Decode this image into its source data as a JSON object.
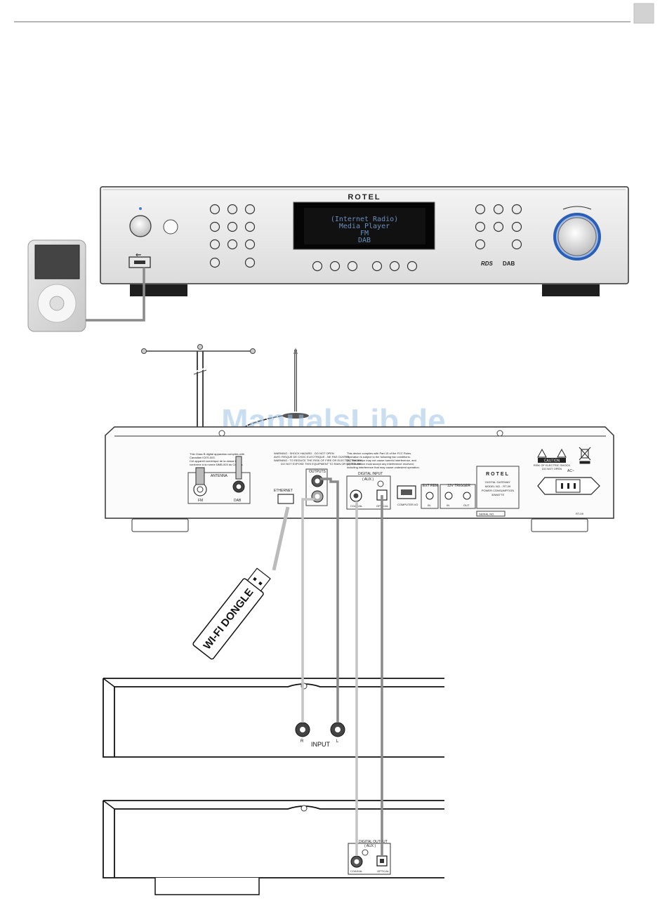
{
  "front_panel": {
    "brand": "ROTEL",
    "display_lines": [
      "(Internet Radio)",
      "Media Player",
      "FM",
      "DAB"
    ],
    "rds_badge": "RDS",
    "dab_badge": "DAB"
  },
  "rear_panel": {
    "brand": "ROTEL",
    "warning_lines": [
      "WARNING : SHOCK HAZARD - DO NOT OPEN",
      "AVIS: RISQUE DE CHOC ELECTRIQUE - NE PAS OUVRIR",
      "WARNING : TO REDUCE THE RISK OF FIRE OR ELECTRIC SHOCK,",
      "DO NOT EXPOSE THIS EQUIPMENT TO RAIN OR MOISTURE."
    ],
    "fcc_lines": [
      "This device complies with Part 15 of the FCC Rules.",
      "Operation is subject to the following two conditions:",
      "(1) This device may not cause harmful interference, and",
      "(2) This device must accept any interference received,",
      "including interference that may cause undesired operation."
    ],
    "canada_lines": [
      "This Class B digital apparatus complies with",
      "Canadian ICES-003.",
      "Cet appareil numérique de la classe B est",
      "conforme à la norme NMB-003 du Canada."
    ],
    "antenna_label": "ANTENNA",
    "fm_label": "FM",
    "dab_label": "DAB",
    "ethernet_label": "ETHERNET",
    "outputs_label": "OUTPUTS",
    "digital_input_label": "DIGITAL INPUT",
    "digital_input_sub": "( AUX )",
    "coaxial_label": "COAXIAL",
    "optical_label": "OPTICAL",
    "computer_label": "COMPUTER I/O",
    "ext_rem_label": "EXT REM",
    "trigger_label": "12V TRIGGER",
    "in_label": "IN",
    "out_label": "OUT",
    "info_lines": [
      "DIGITAL GATEWAY",
      "MODEL NO. : RT-09",
      "POWER CONSUMPTION",
      "30WATTS"
    ],
    "caution_label": "CAUTION",
    "caution_lines": [
      "RISK OF ELECTRIC SHOCK",
      "DO NOT OPEN"
    ],
    "ac_label": "AC~",
    "serial_label": "SERIAL NO.",
    "model_tag": "RT-09"
  },
  "dongle_label": "WI-FI DONGLE",
  "watermark": "ManualsLib.de",
  "amplifier": {
    "input_label": "INPUT",
    "r_label": "R",
    "l_label": "L"
  },
  "source": {
    "digital_output_label": "DIGITAL OUTPUT",
    "digital_output_sub": "( AUX )",
    "coaxial_label": "COAXIAL",
    "optical_label": "OPTICAL"
  },
  "colors": {
    "cable": "#8a8a8a",
    "cable_light": "#c4c4c4",
    "knob_ring": "#2a5fb8",
    "lcd_text": "#6b8fbf",
    "lcd_bg": "#0a0a0a"
  }
}
